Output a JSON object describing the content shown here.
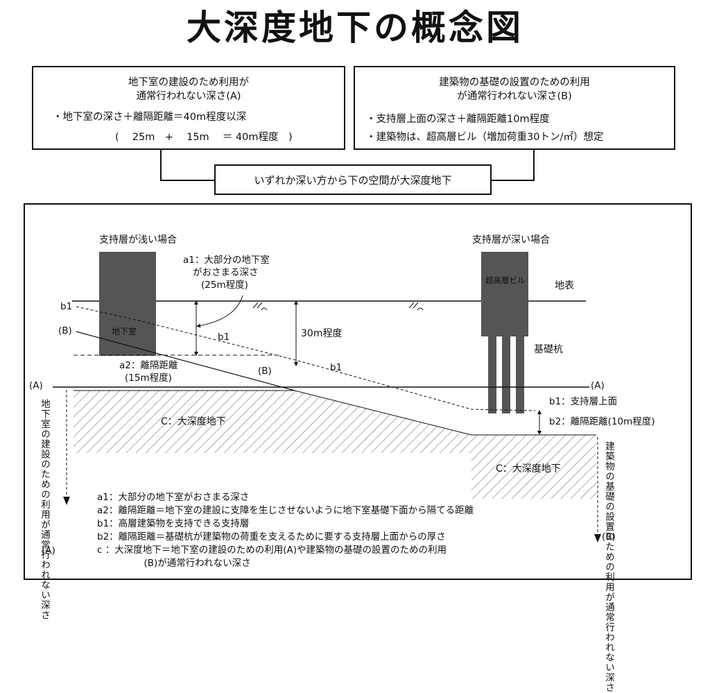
{
  "title": "大深度地下の概念図",
  "box_a": {
    "line1": "地下室の建設のため利用が",
    "line2": "通常行われない深さ(A)",
    "line3": "・地下室の深さ＋離隔距離＝40m程度以深",
    "line4": "(　 25m　+　 15m　 ＝ 40m程度　)"
  },
  "box_b": {
    "line1": "建築物の基礎の設置のための利用",
    "line2": "が通常行われない深さ(B)",
    "line3": "・支持層上面の深さ＋離隔距離10m程度",
    "line4": "・建築物は、超高層ビル（増加荷重30トン/㎡）想定"
  },
  "box_c": "いずれか深い方から下の空間が大深度地下",
  "diagram": {
    "shallow_case": "支持層が浅い場合",
    "deep_case": "支持層が深い場合",
    "a1_callout": [
      "a1：大部分の地下室",
      "がおさまる深さ",
      "(25m程度)"
    ],
    "basement": "地下室",
    "skyscraper": "超高層ビル",
    "ground_surface": "地表",
    "b1": "b1",
    "B": "(B)",
    "A": "(A)",
    "depth_30m": "30m程度",
    "a2_callout": [
      "a2：離隔距離",
      "(15m程度)"
    ],
    "piles": "基礎杭",
    "b1_support_top": "b1：支持層上面",
    "b2_separation": "b2：離隔距離(10m程度)",
    "deep_zone_label": "C：大深度地下",
    "vertical_a": "地下室の建設のための利用が通常行われない深さ",
    "vertical_a_end": "(A)",
    "vertical_b": "建築物の基礎の設置のための利用が通常行われない深さ",
    "vertical_b_end": "(B)"
  },
  "legend": [
    "a1：大部分の地下室がおさまる深さ",
    "a2：離隔距離＝地下室の建設に支障を生じさせないように地下室基礎下面から隔てる距離",
    "b1：高層建築物を支持できる支持層",
    "b2：離隔距離＝基礎杭が建築物の荷重を支えるために要する支持層上面からの厚さ",
    "c ：大深度地下＝地下室の建設のための利用(A)や建築物の基礎の設置のための利用",
    "　　　　　(B)が通常行われない深さ"
  ],
  "colors": {
    "ink": "#111111",
    "block_fill": "#555555",
    "hatch": "#777777"
  }
}
